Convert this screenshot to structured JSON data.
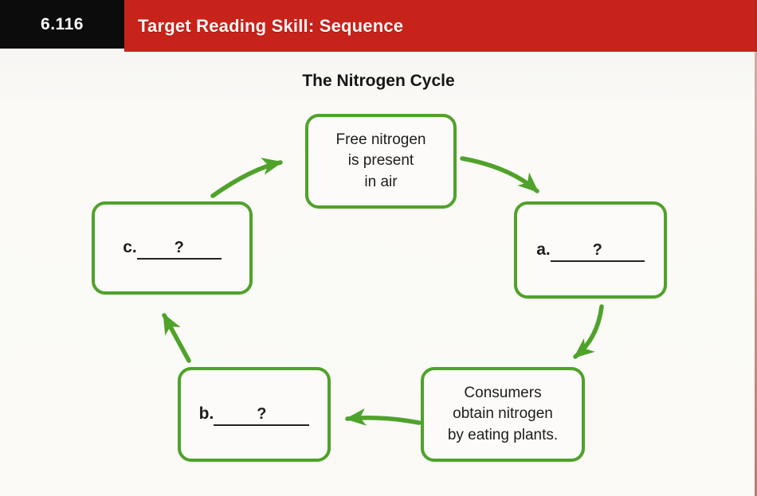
{
  "header": {
    "code": "6.116",
    "title": "Target Reading Skill: Sequence"
  },
  "diagram": {
    "title": "The Nitrogen Cycle",
    "nodes": {
      "free_nitrogen": {
        "text": "Free nitrogen\nis present\nin air"
      },
      "answer_a": {
        "label": "a.",
        "placeholder": "?"
      },
      "consumers": {
        "text": "Consumers\nobtain nitrogen\nby eating plants."
      },
      "answer_b": {
        "label": "b.",
        "placeholder": "?"
      },
      "answer_c": {
        "label": "c.",
        "placeholder": "?"
      }
    },
    "flow_order": [
      "free_nitrogen",
      "answer_a",
      "consumers",
      "answer_b",
      "answer_c"
    ]
  },
  "colors": {
    "green": "#4fa22a",
    "red": "#c8231b",
    "header-black": "#0c0c0c",
    "ink": "#1d1d1b",
    "paper": "#faf9f6",
    "box-bg": "#fcfbf9"
  }
}
